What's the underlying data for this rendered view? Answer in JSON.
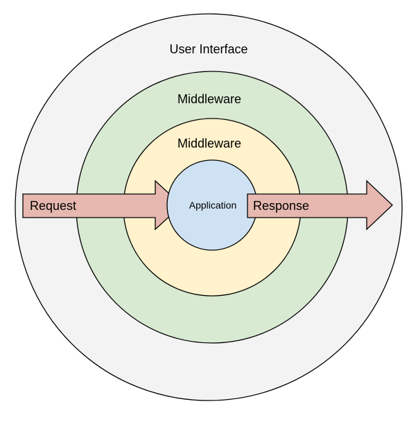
{
  "layers": [
    {
      "label": "User Interface",
      "color": "#f3f3f3"
    },
    {
      "label": "Middleware",
      "color": "#d9ead3"
    },
    {
      "label": "Middleware",
      "color": "#fff2cc"
    },
    {
      "label": "Application",
      "color": "#cfe2f3"
    }
  ],
  "arrows": {
    "request": {
      "label": "Request",
      "color": "#e6b8af"
    },
    "response": {
      "label": "Response",
      "color": "#e6b8af"
    }
  },
  "stroke_color": "#000000"
}
